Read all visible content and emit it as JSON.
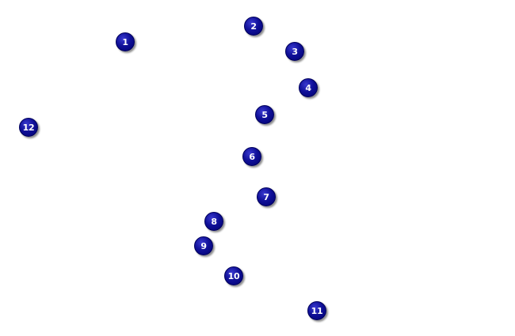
{
  "markers": [
    {
      "label": "1"
    },
    {
      "label": "2"
    },
    {
      "label": "3"
    },
    {
      "label": "4"
    },
    {
      "label": "5"
    },
    {
      "label": "6"
    },
    {
      "label": "7"
    },
    {
      "label": "8"
    },
    {
      "label": "9"
    },
    {
      "label": "10"
    },
    {
      "label": "11"
    },
    {
      "label": "12"
    }
  ],
  "colors": {
    "marker_fill": "#10108a",
    "marker_text": "#ffffff",
    "background": "#ffffff"
  }
}
